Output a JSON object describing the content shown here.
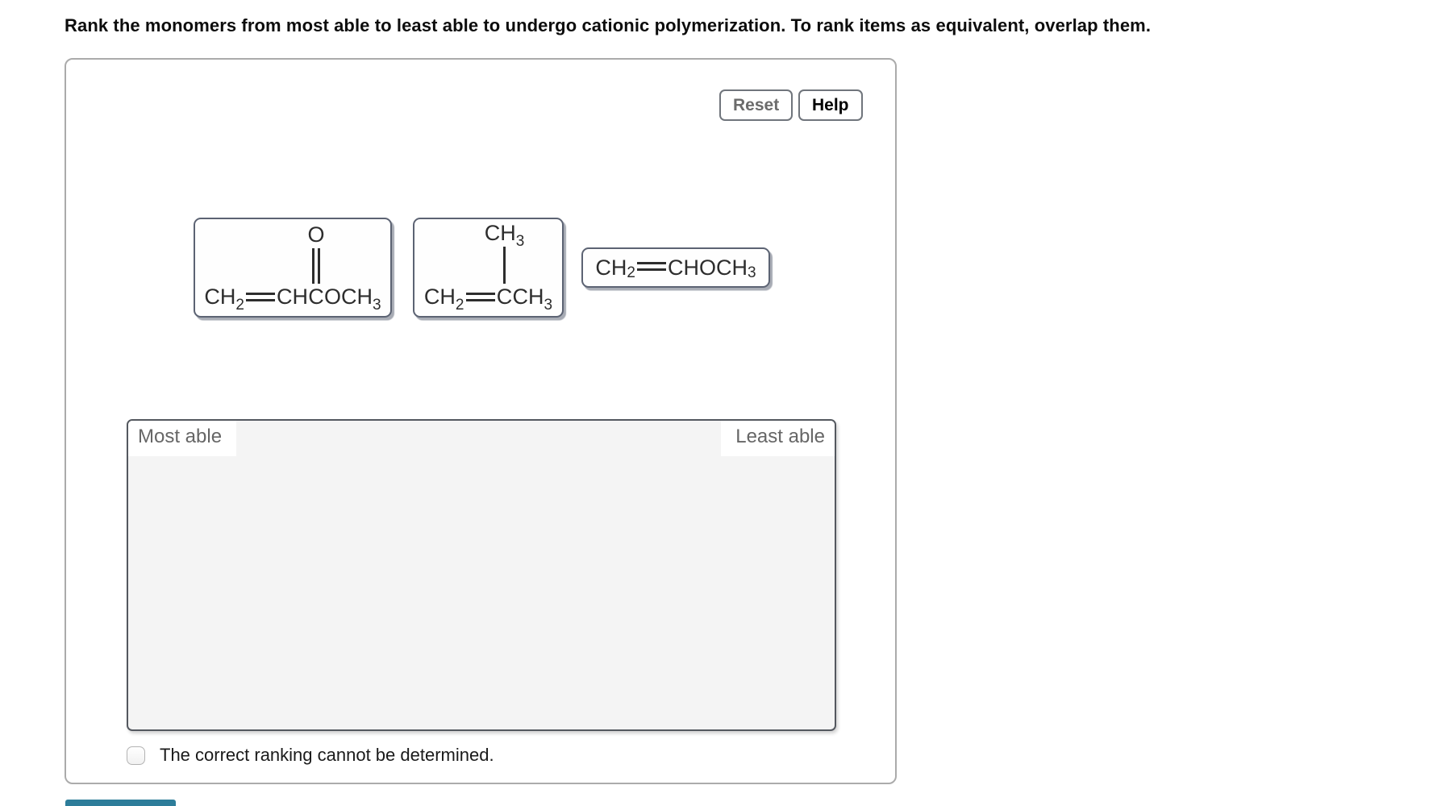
{
  "title": "Rank the monomers from most able to least able to undergo cationic polymerization. To rank items as equivalent, overlap them.",
  "toolbar": {
    "reset_label": "Reset",
    "help_label": "Help"
  },
  "tiles": {
    "tile1": {
      "pre": "CH",
      "pre_sub": "2",
      "mid": "CH",
      "carbonyl_o": "O",
      "carbonyl_c": "C",
      "post": "OCH",
      "post_sub": "3"
    },
    "tile2": {
      "pre": "CH",
      "pre_sub": "2",
      "branch": "CH",
      "branch_sub": "3",
      "center_c": "C",
      "post": "CH",
      "post_sub": "3"
    },
    "tile3": {
      "pre": "CH",
      "pre_sub": "2",
      "post": "CHOCH",
      "post_sub": "3"
    }
  },
  "ranking": {
    "most_label": "Most able",
    "least_label": "Least able"
  },
  "checkbox": {
    "label": "The correct ranking cannot be determined.",
    "checked": false
  },
  "colors": {
    "tile_border": "#5c6373",
    "panel_border": "#ababab",
    "ranking_border": "#54585f",
    "ranking_bg": "#f4f4f4",
    "accent_teal": "#2d7d9a",
    "muted_text": "#666666"
  }
}
